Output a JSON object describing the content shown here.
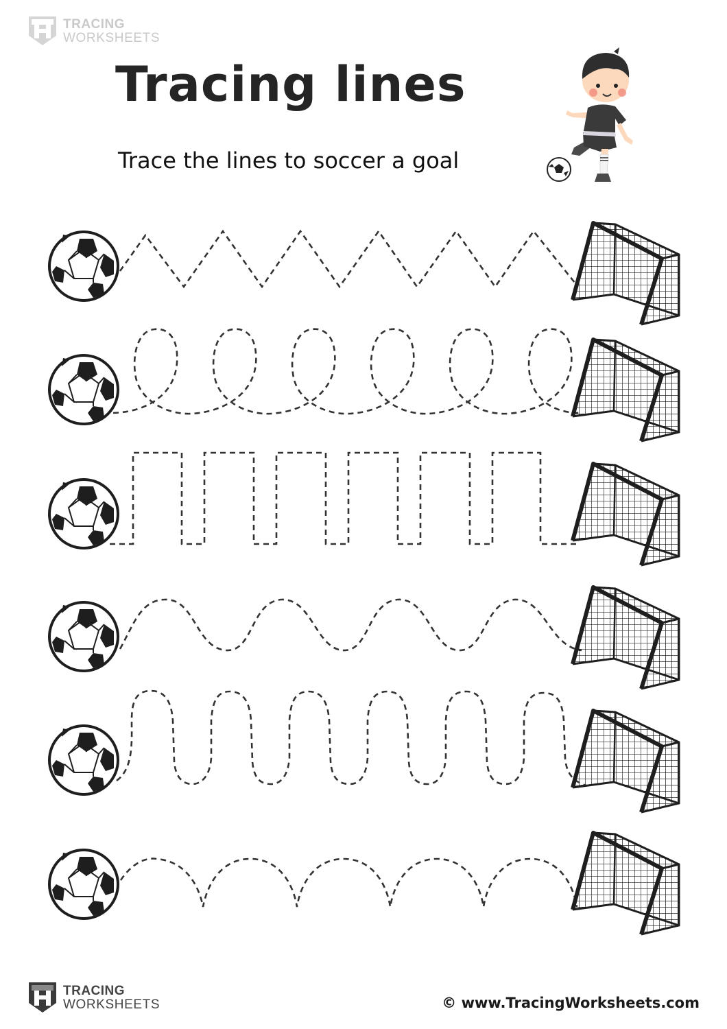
{
  "brand": {
    "line1": "TRACING",
    "line2": "WORKSHEETS",
    "icon": "tracing-worksheets-shield-logo"
  },
  "header": {
    "title": "Tracing lines",
    "subtitle": "Trace the lines to soccer a goal",
    "illustration": "boy-kicking-soccer-ball"
  },
  "rows": [
    {
      "index": 1,
      "pattern": "zigzag",
      "start_icon": "soccer-ball",
      "end_icon": "soccer-goal"
    },
    {
      "index": 2,
      "pattern": "loops",
      "start_icon": "soccer-ball",
      "end_icon": "soccer-goal"
    },
    {
      "index": 3,
      "pattern": "square-wave",
      "start_icon": "soccer-ball",
      "end_icon": "soccer-goal"
    },
    {
      "index": 4,
      "pattern": "wide-wave",
      "start_icon": "soccer-ball",
      "end_icon": "soccer-goal"
    },
    {
      "index": 5,
      "pattern": "tall-wave",
      "start_icon": "soccer-ball",
      "end_icon": "soccer-goal"
    },
    {
      "index": 6,
      "pattern": "arches",
      "start_icon": "soccer-ball",
      "end_icon": "soccer-goal"
    }
  ],
  "footer": {
    "url": "© www.TracingWorksheets.com"
  },
  "colors": {
    "ink": "#252525",
    "dash": "#333333",
    "skin": "#fcd9bd",
    "cheek": "#f08a7a",
    "shirt": "#3a3a3a",
    "stripe": "#d9d6e0"
  }
}
